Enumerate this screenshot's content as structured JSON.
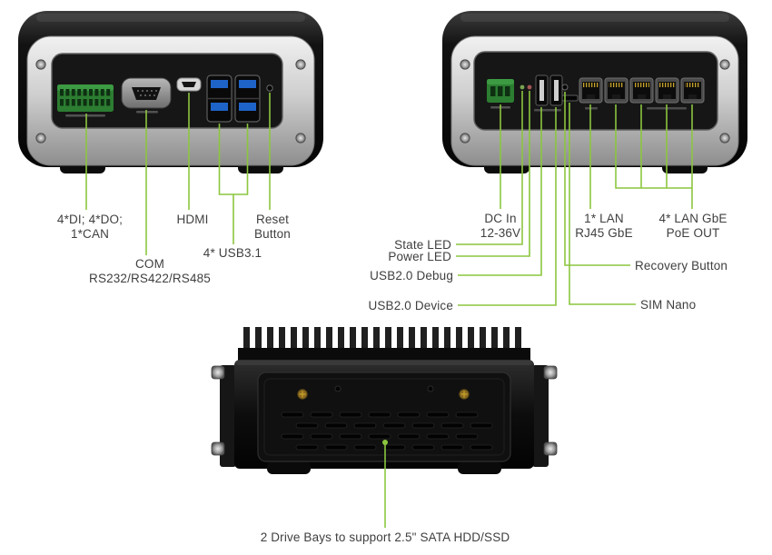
{
  "page": {
    "accent_color": "#8CC63F",
    "text_color": "#3F3F3F",
    "background": "#FFFFFF"
  },
  "front_view": {
    "labels": {
      "dio_can": "4*DI; 4*DO;\n1*CAN",
      "hdmi": "HDMI",
      "reset": "Reset\nButton",
      "com": "COM\nRS232/RS422/RS485",
      "usb31": "4* USB3.1"
    }
  },
  "rear_view": {
    "labels": {
      "dc_in": "DC In\n12-36V",
      "state_led": "State LED",
      "power_led": "Power LED",
      "usb20_debug": "USB2.0 Debug",
      "usb20_device": "USB2.0 Device",
      "lan_gbe": "1* LAN\nRJ45 GbE",
      "lan_poe": "4* LAN GbE\nPoE OUT",
      "recovery": "Recovery Button",
      "sim": "SIM Nano"
    }
  },
  "bottom_view": {
    "labels": {
      "drive_bays": "2 Drive Bays to support 2.5\" SATA HDD/SSD"
    }
  }
}
